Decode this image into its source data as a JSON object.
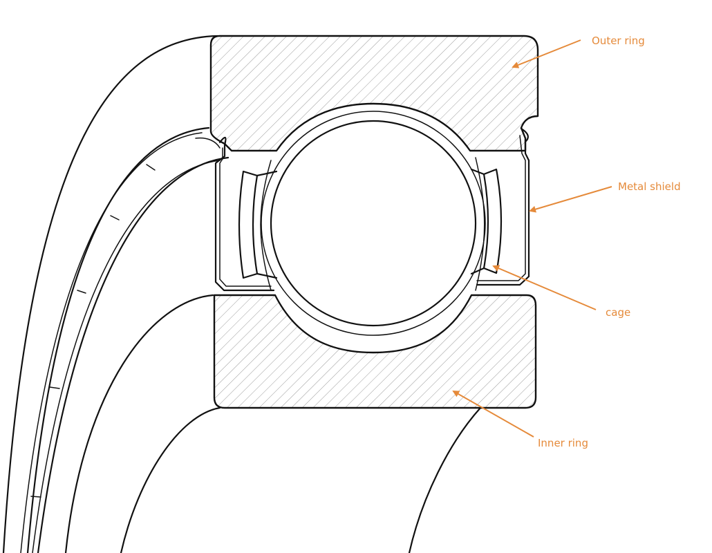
{
  "labels": {
    "outer_ring": "Outer ring",
    "metal_shield": "Metal shield",
    "cage": "cage",
    "inner_ring": "Inner ring"
  },
  "colors": {
    "callout": "#e58a3a",
    "outline": "#111111",
    "background": "#ffffff"
  }
}
